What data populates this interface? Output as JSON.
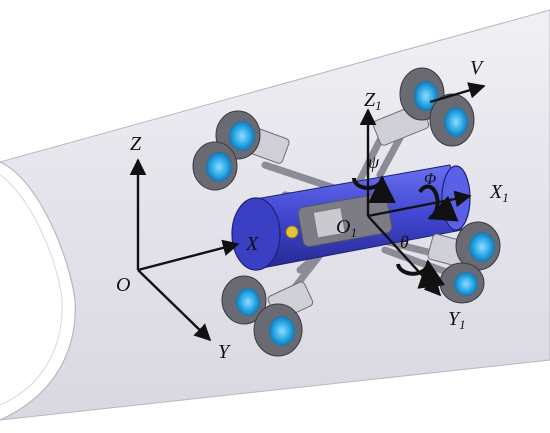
{
  "labels": {
    "world_origin": "O",
    "world_x": "X",
    "world_y": "Y",
    "world_z": "Z",
    "body_origin_main": "O",
    "body_origin_sub": "1",
    "body_x_main": "X",
    "body_x_sub": "1",
    "body_y_main": "Y",
    "body_y_sub": "1",
    "body_z_main": "Z",
    "body_z_sub": "1",
    "velocity": "V",
    "yaw": "ψ",
    "roll": "Φ",
    "pitch": "θ"
  },
  "colors": {
    "pipe_fill": "#e8e6ee",
    "pipe_edge": "#b8b6c2",
    "robot_body": "#4a4fd6",
    "robot_body_dark": "#2c2fa0",
    "wheel_tire": "#6a6a72",
    "wheel_hub": "#29a8e6",
    "frame_gray": "#9a9aa4",
    "arrow": "#111111"
  },
  "icons": {
    "yaw_rotation": "curved-rotation-arrow-icon",
    "roll_rotation": "curved-rotation-arrow-icon",
    "pitch_rotation": "curved-rotation-arrow-icon"
  }
}
